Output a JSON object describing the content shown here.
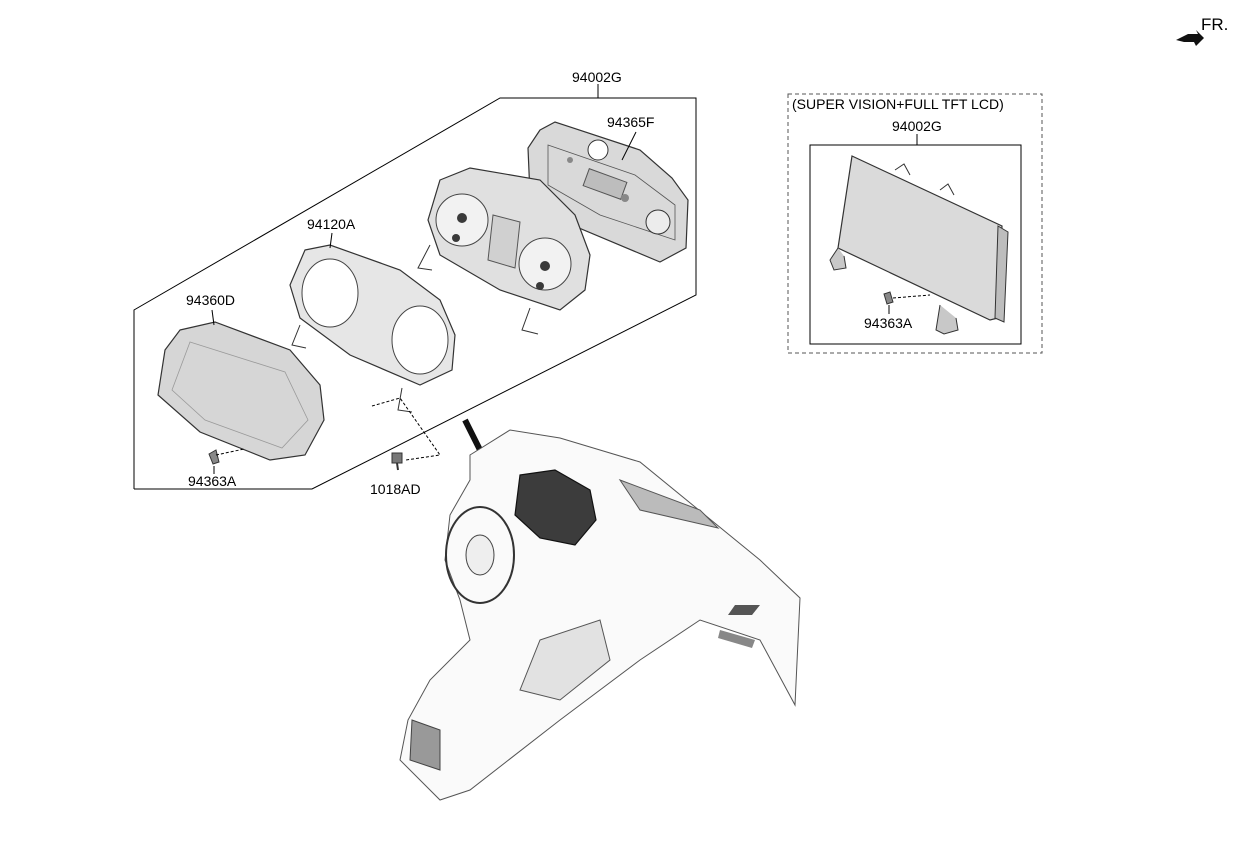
{
  "orientation": {
    "text": "FR."
  },
  "main_assembly": {
    "assembly_label": "94002G",
    "parts": {
      "back_cover": "94365F",
      "gauge_unit": "94120A",
      "lens_window": "94360D",
      "screw_left": "94363A"
    }
  },
  "fastener": {
    "label": "1018AD"
  },
  "variant": {
    "title": "(SUPER VISION+FULL TFT LCD)",
    "assembly_label": "94002G",
    "screw_label": "94363A"
  },
  "colors": {
    "line": "#000000",
    "part_fill": "#d9d9d9",
    "part_dark": "#4a4a4a",
    "highlight": "#3c3c3c"
  }
}
